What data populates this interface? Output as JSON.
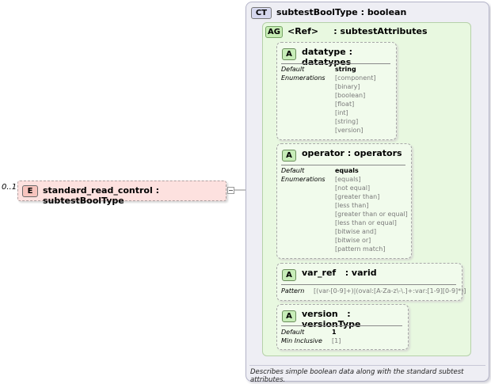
{
  "element": {
    "occurrence": "0..1",
    "badge": "E",
    "name": "standard_read_control",
    "type": "subtestBoolType"
  },
  "complex_type": {
    "badge": "CT",
    "name": "subtestBoolType",
    "base": "boolean",
    "documentation": "Describes simple boolean data along with the standard subtest attributes."
  },
  "attribute_group": {
    "badge": "AG",
    "ref": "<Ref>",
    "name": "subtestAttributes"
  },
  "attributes": {
    "datatype": {
      "badge": "A",
      "name": "datatype",
      "type": "datatypes",
      "default_label": "Default",
      "default_value": "string",
      "enum_label": "Enumerations",
      "enumerations": [
        "[component]",
        "[binary]",
        "[boolean]",
        "[float]",
        "[int]",
        "[string]",
        "[version]"
      ]
    },
    "operator": {
      "badge": "A",
      "name": "operator",
      "type": "operators",
      "default_label": "Default",
      "default_value": "equals",
      "enum_label": "Enumerations",
      "enumerations": [
        "[equals]",
        "[not equal]",
        "[greater than]",
        "[less than]",
        "[greater than or equal]",
        "[less than or equal]",
        "[bitwise and]",
        "[bitwise or]",
        "[pattern match]"
      ]
    },
    "var_ref": {
      "badge": "A",
      "name": "var_ref",
      "type": "varid",
      "pattern_label": "Pattern",
      "pattern_value": "[(var-[0-9]+)|(oval:[A-Za-z\\-\\.]+:var:[1-9][0-9]*)]"
    },
    "version": {
      "badge": "A",
      "name": "version",
      "type": "versionType",
      "default_label": "Default",
      "default_value": "1",
      "min_label": "Min Inclusive",
      "min_value": "[1]"
    }
  }
}
